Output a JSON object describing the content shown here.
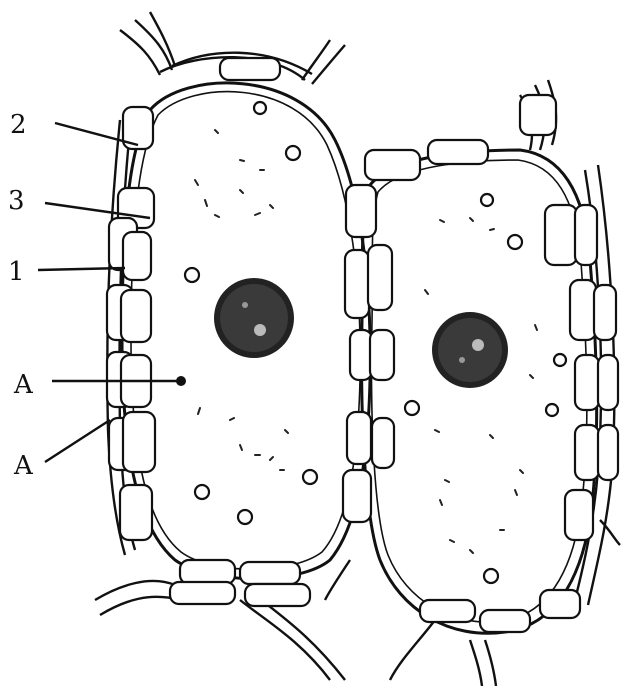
{
  "diagram": {
    "labels": {
      "label_2": "2",
      "label_3": "3",
      "label_1": "1",
      "label_a_upper": "A",
      "label_a_lower": "A"
    },
    "background": "#ffffff",
    "ink": "#111111"
  }
}
